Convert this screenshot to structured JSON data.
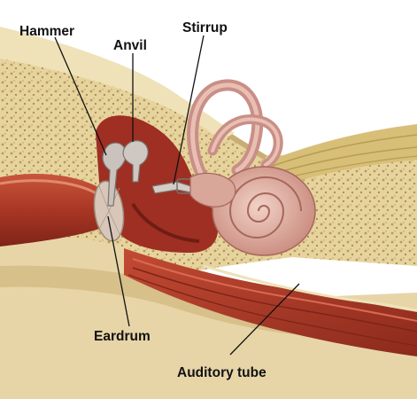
{
  "labels": {
    "hammer": "Hammer",
    "anvil": "Anvil",
    "stirrup": "Stirrup",
    "eardrum": "Eardrum",
    "auditory_tube": "Auditory tube"
  },
  "colors": {
    "bone": "#e8d6a3",
    "bone_dark": "#c9ad72",
    "spongy_bone": "#d9c48e",
    "muscle": "#b8402e",
    "muscle_dark": "#8a2a1d",
    "cavity": "#9e2f22",
    "cochlea": "#d9a69a",
    "canal": "#c98f86",
    "nerve": "#d8bf78",
    "eardrum": "#d8c6b8",
    "ossicle": "#c9c2bd"
  }
}
